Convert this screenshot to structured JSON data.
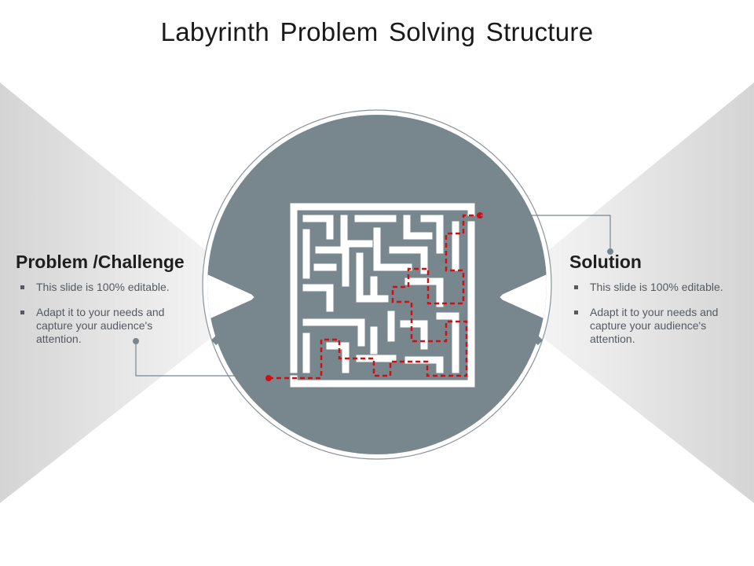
{
  "slide": {
    "title": "Labyrinth Problem Solving Structure"
  },
  "left_panel": {
    "heading": "Problem /Challenge",
    "bullets": [
      "This slide is 100% editable.",
      "Adapt it to your needs and capture your audience's attention."
    ]
  },
  "right_panel": {
    "heading": "Solution",
    "bullets": [
      "This slide is 100% editable.",
      "Adapt it to your needs and capture your audience's attention."
    ]
  },
  "colors": {
    "circle_fill": "#78868e",
    "maze_wall": "#ffffff",
    "path_red": "#d01010",
    "connector": "#78868e",
    "text_dark": "#1f1f1f",
    "text_body": "#555a60"
  }
}
